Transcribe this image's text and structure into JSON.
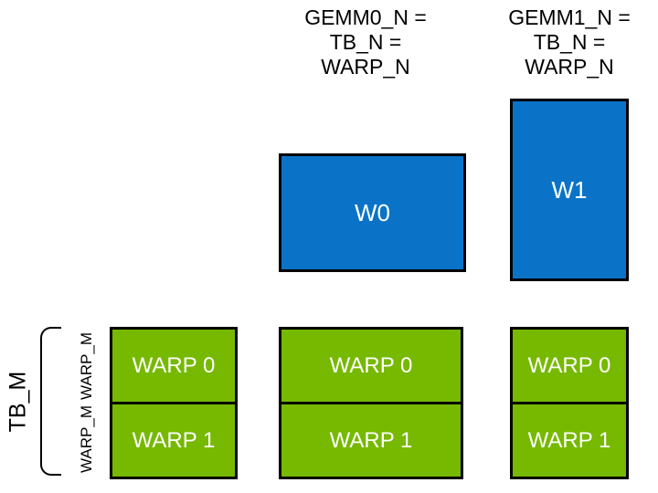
{
  "colors": {
    "warp_blue": "#0a73c8",
    "warp_green": "#76b900",
    "border_black": "#000000",
    "text_white": "#ffffff",
    "text_black": "#000000"
  },
  "column_headers": {
    "gemm0": {
      "line1": "GEMM0_N =",
      "line2": "TB_N =",
      "line3": "WARP_N"
    },
    "gemm1": {
      "line1": "GEMM1_N =",
      "line2": "TB_N =",
      "line3": "WARP_N"
    }
  },
  "blue_boxes": {
    "w0": "W0",
    "w1": "W1"
  },
  "green_columns": [
    {
      "warp0": "WARP 0",
      "warp1": "WARP 1"
    },
    {
      "warp0": "WARP 0",
      "warp1": "WARP 1"
    },
    {
      "warp0": "WARP 0",
      "warp1": "WARP 1"
    }
  ],
  "side_labels": {
    "tb_m": "TB_M",
    "warp_m_top": "WARP_M",
    "warp_m_bottom": "WARP_M"
  }
}
